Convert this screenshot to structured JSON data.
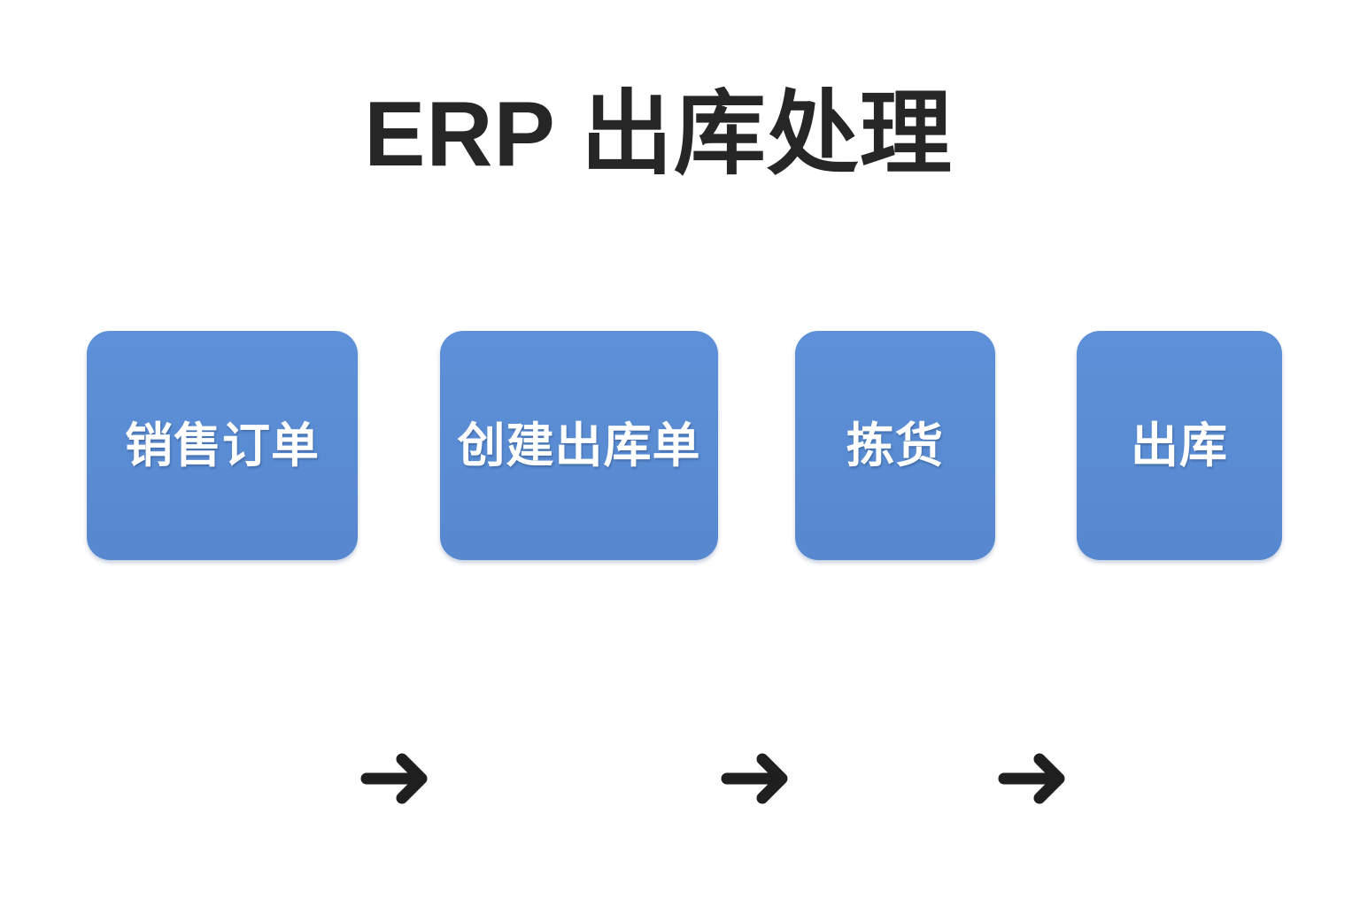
{
  "page": {
    "background_color": "#ffffff",
    "title": "ERP 出库处理",
    "title_color": "#262626"
  },
  "flow": {
    "orientation": "left-to-right",
    "node_fill_color": "#5a8cd3",
    "node_text_color": "#ffffff",
    "arrow_color": "#1f1f1f",
    "nodes": [
      {
        "label": "销售订单"
      },
      {
        "label": "创建出库单"
      },
      {
        "label": "拣货"
      },
      {
        "label": "出库"
      }
    ],
    "connectors": [
      {
        "icon": "arrow-right-icon"
      },
      {
        "icon": "arrow-right-icon"
      },
      {
        "icon": "arrow-right-icon"
      }
    ]
  }
}
